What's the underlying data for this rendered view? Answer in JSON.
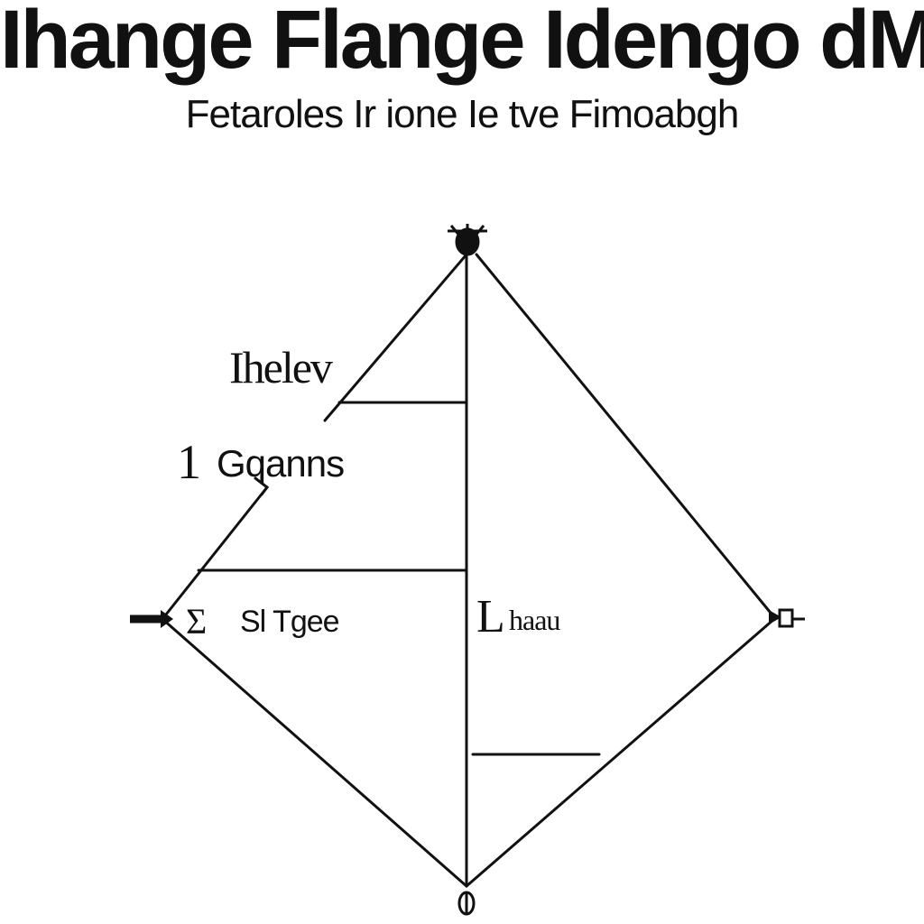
{
  "title": "Ihange Flange Idengo dM",
  "subtitle": "Fetaroles Ir ione  Ie tve  Fimoabgh",
  "labels": {
    "upper_left": "Ihelev",
    "middle_left_number": "1",
    "middle_left": "Gqanns",
    "lower_left_mark": "Σ",
    "lower_left": "Sl Tgee",
    "right_mark": "L",
    "right": "haau"
  },
  "colors": {
    "ink": "#111111",
    "background": "#ffffff"
  }
}
